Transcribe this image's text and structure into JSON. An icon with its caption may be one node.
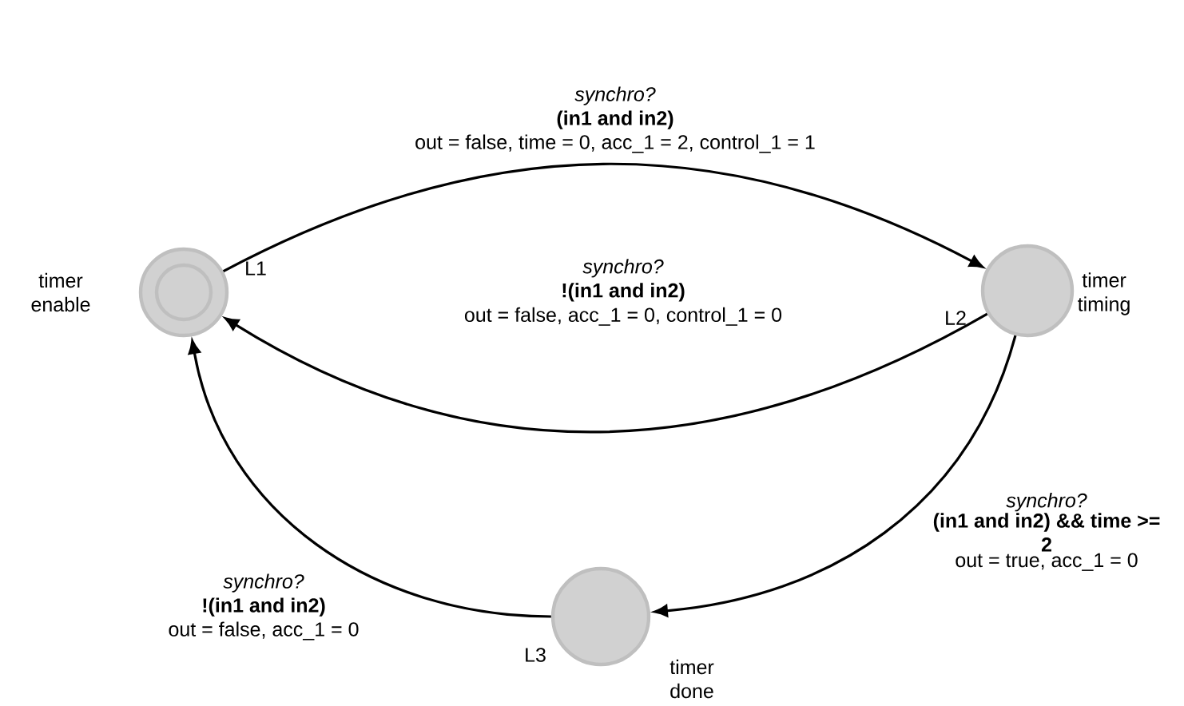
{
  "diagram": {
    "nodes": [
      {
        "text": [],
        "shape": "circle",
        "beside": [
          "timer enable",
          "L1"
        ]
      },
      {
        "text": [],
        "shape": "circle",
        "beside": [
          "L2",
          "timer timing"
        ]
      },
      {
        "text": [],
        "shape": "circle",
        "beside": [
          "L3",
          "timer done"
        ]
      }
    ],
    "edges": [
      {
        "from": 0,
        "to": 1,
        "arrow": "to",
        "label": [
          "synchro?",
          "(in1 and in2)",
          "out = false, time = 0, acc_1 = 2, control_1 = 1"
        ]
      },
      {
        "from": 1,
        "to": 0,
        "arrow": "to",
        "label": [
          "synchro?",
          "!(in1 and in2)",
          "out = false, acc_1 = 0, control_1 = 0"
        ]
      },
      {
        "from": 1,
        "to": 2,
        "arrow": "to",
        "label": [
          "synchro?",
          "(in1 and in2) && time >= 2",
          "out = true, acc_1 = 0"
        ]
      },
      {
        "from": 2,
        "to": 0,
        "arrow": "to",
        "label": [
          "synchro?",
          "!(in1 and in2)",
          "out = false, acc_1 = 0"
        ]
      }
    ]
  }
}
